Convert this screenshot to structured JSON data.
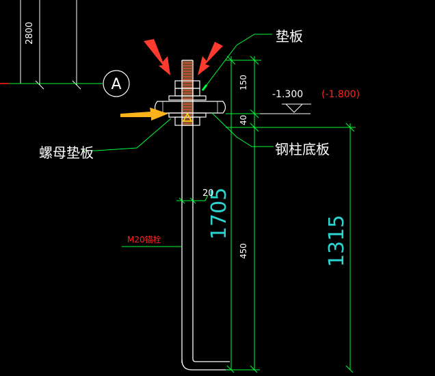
{
  "colors": {
    "background": "#000000",
    "white": "#ffffff",
    "green": "#00ff3a",
    "cyan": "#2bd4d0",
    "red": "#ff2020",
    "arrow_red": "#ff3b2f",
    "arrow_orange": "#ffb21a",
    "yellow": "#ffe000",
    "rod": "#c98a55"
  },
  "labels": {
    "dim_2800": "2800",
    "axis_bubble": "A",
    "label_diban": "垫板",
    "label_nut_washer": "螺母垫板",
    "label_base_plate": "钢柱底板",
    "dim_150": "150",
    "dim_40": "40",
    "elev_main": "-1.300",
    "elev_alt": "(-1.800)",
    "dim_20": "20",
    "dim_1705": "1705",
    "rod_label": "M20锚栓",
    "dim_450": "450",
    "dim_1315": "1315"
  }
}
